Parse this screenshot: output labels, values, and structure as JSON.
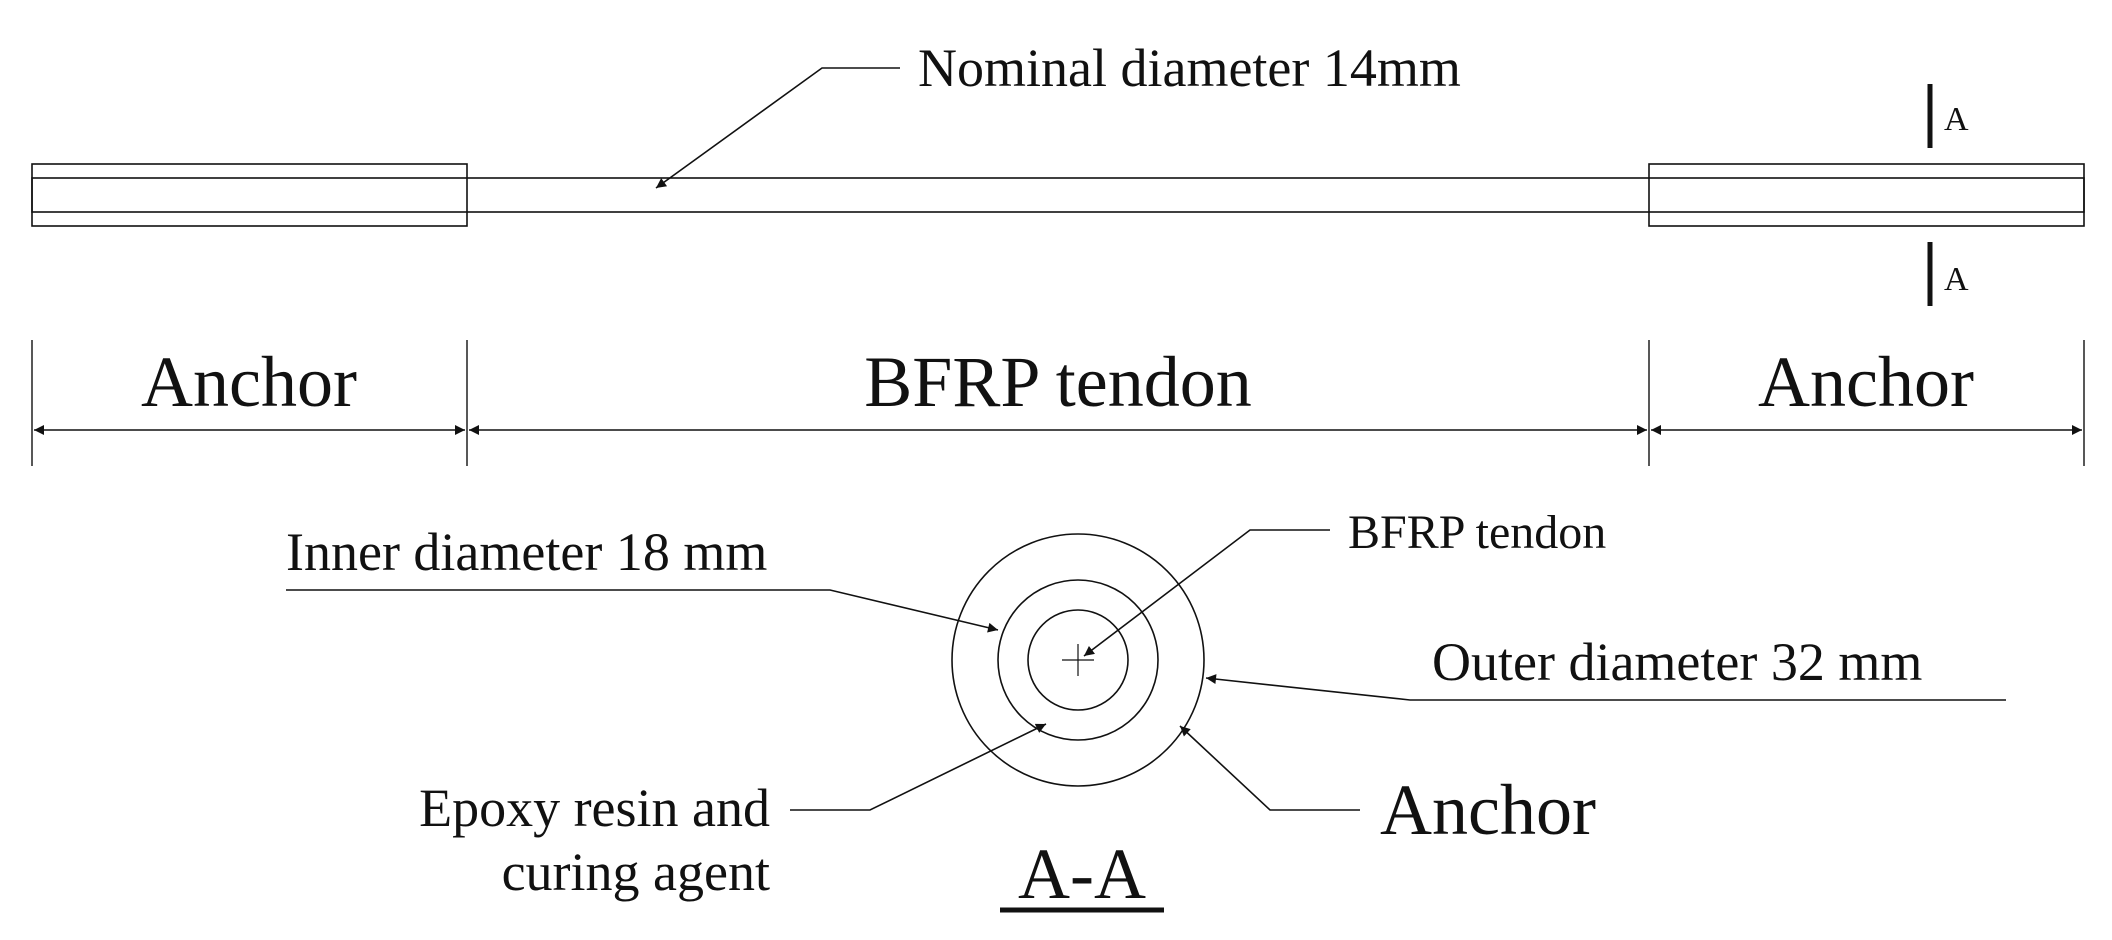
{
  "elevation": {
    "nominal_label": "Nominal diameter 14mm",
    "section_mark_letter": "A",
    "dimensions": {
      "left_anchor": "Anchor",
      "tendon": "BFRP tendon",
      "right_anchor": "Anchor"
    }
  },
  "section": {
    "inner_label": "Inner diameter 18 mm",
    "tendon_label": "BFRP tendon",
    "outer_label": "Outer diameter 32 mm",
    "anchor_label": "Anchor",
    "epoxy_label_line1": "Epoxy resin and",
    "epoxy_label_line2": "curing agent",
    "title": "A-A"
  },
  "colors": {
    "line": "#111111",
    "background": "#ffffff",
    "epoxy_fill": "#d9d9d9"
  }
}
